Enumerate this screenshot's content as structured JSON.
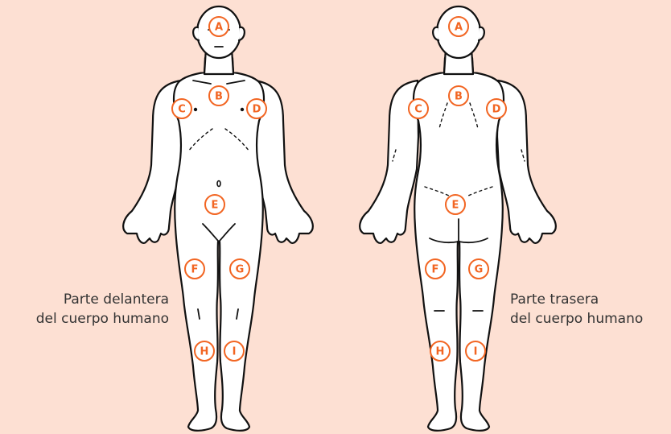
{
  "accent_color": "#f26522",
  "background_color": "#fde0d3",
  "front_caption": {
    "line1": "Parte delantera",
    "line2": "del cuerpo humano"
  },
  "back_caption": {
    "line1": "Parte trasera",
    "line2": "del cuerpo humano"
  },
  "front_markers": [
    "A",
    "B",
    "C",
    "D",
    "E",
    "F",
    "G",
    "H",
    "I"
  ],
  "back_markers": [
    "A",
    "B",
    "C",
    "D",
    "E",
    "F",
    "G",
    "H",
    "I"
  ]
}
